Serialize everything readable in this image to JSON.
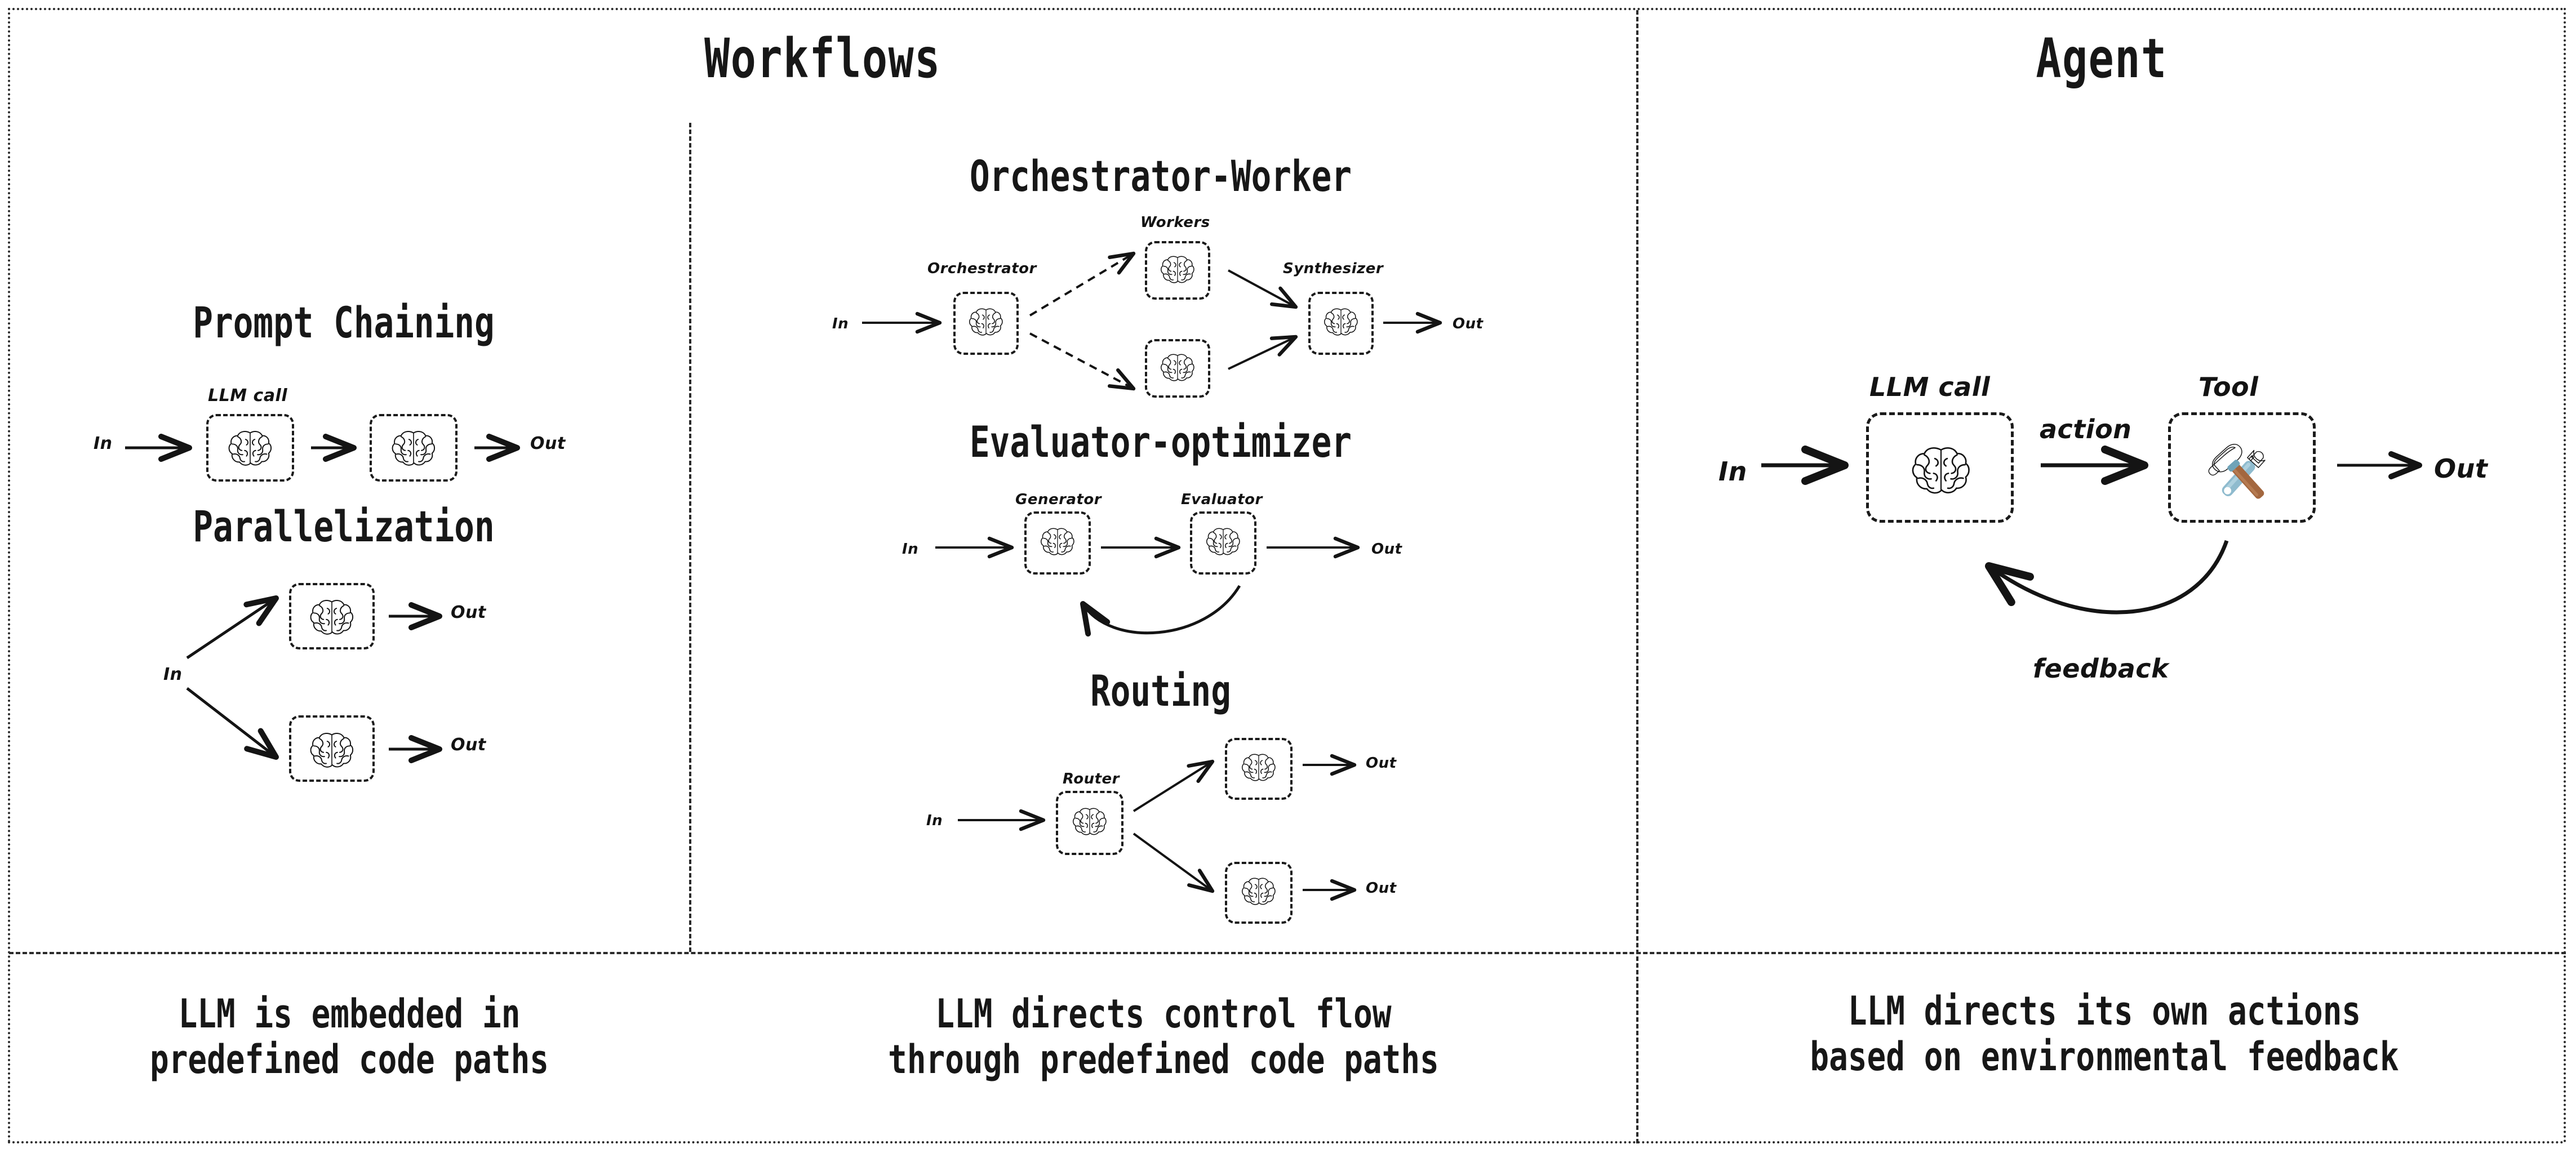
{
  "columns": {
    "left_title": "Workflows",
    "right_title": "Agent"
  },
  "captions": {
    "left": "LLM is embedded in\npredefined code paths",
    "middle": "LLM directs control flow\nthrough predefined code paths",
    "right": "LLM directs its own actions\nbased on environmental feedback"
  },
  "sections": {
    "prompt_chaining": {
      "title": "Prompt Chaining",
      "node_label": "LLM call",
      "input": "In",
      "output": "Out"
    },
    "parallelization": {
      "title": "Parallelization",
      "input": "In",
      "output_top": "Out",
      "output_bottom": "Out"
    },
    "orchestrator_worker": {
      "title": "Orchestrator-Worker",
      "workers_label": "Workers",
      "orchestrator_label": "Orchestrator",
      "synthesizer_label": "Synthesizer",
      "input": "In",
      "output": "Out"
    },
    "evaluator_optimizer": {
      "title": "Evaluator-optimizer",
      "generator_label": "Generator",
      "evaluator_label": "Evaluator",
      "input": "In",
      "output": "Out"
    },
    "routing": {
      "title": "Routing",
      "router_label": "Router",
      "input": "In",
      "output_top": "Out",
      "output_bottom": "Out"
    },
    "agent": {
      "llm_label": "LLM call",
      "tool_label": "Tool",
      "action_label": "action",
      "feedback_label": "feedback",
      "input": "In",
      "output": "Out"
    }
  },
  "icons": {
    "brain": "brain-icon",
    "tool": "hammer-and-wrench-icon"
  },
  "colors": {
    "ink": "#171717",
    "stroke": "#141414",
    "background": "#ffffff",
    "tool_metal": "#8FBBCE",
    "tool_metal_light": "#ADD0DE",
    "tool_metal_dark": "#6FA3B8",
    "tool_handle": "#A3673F"
  }
}
